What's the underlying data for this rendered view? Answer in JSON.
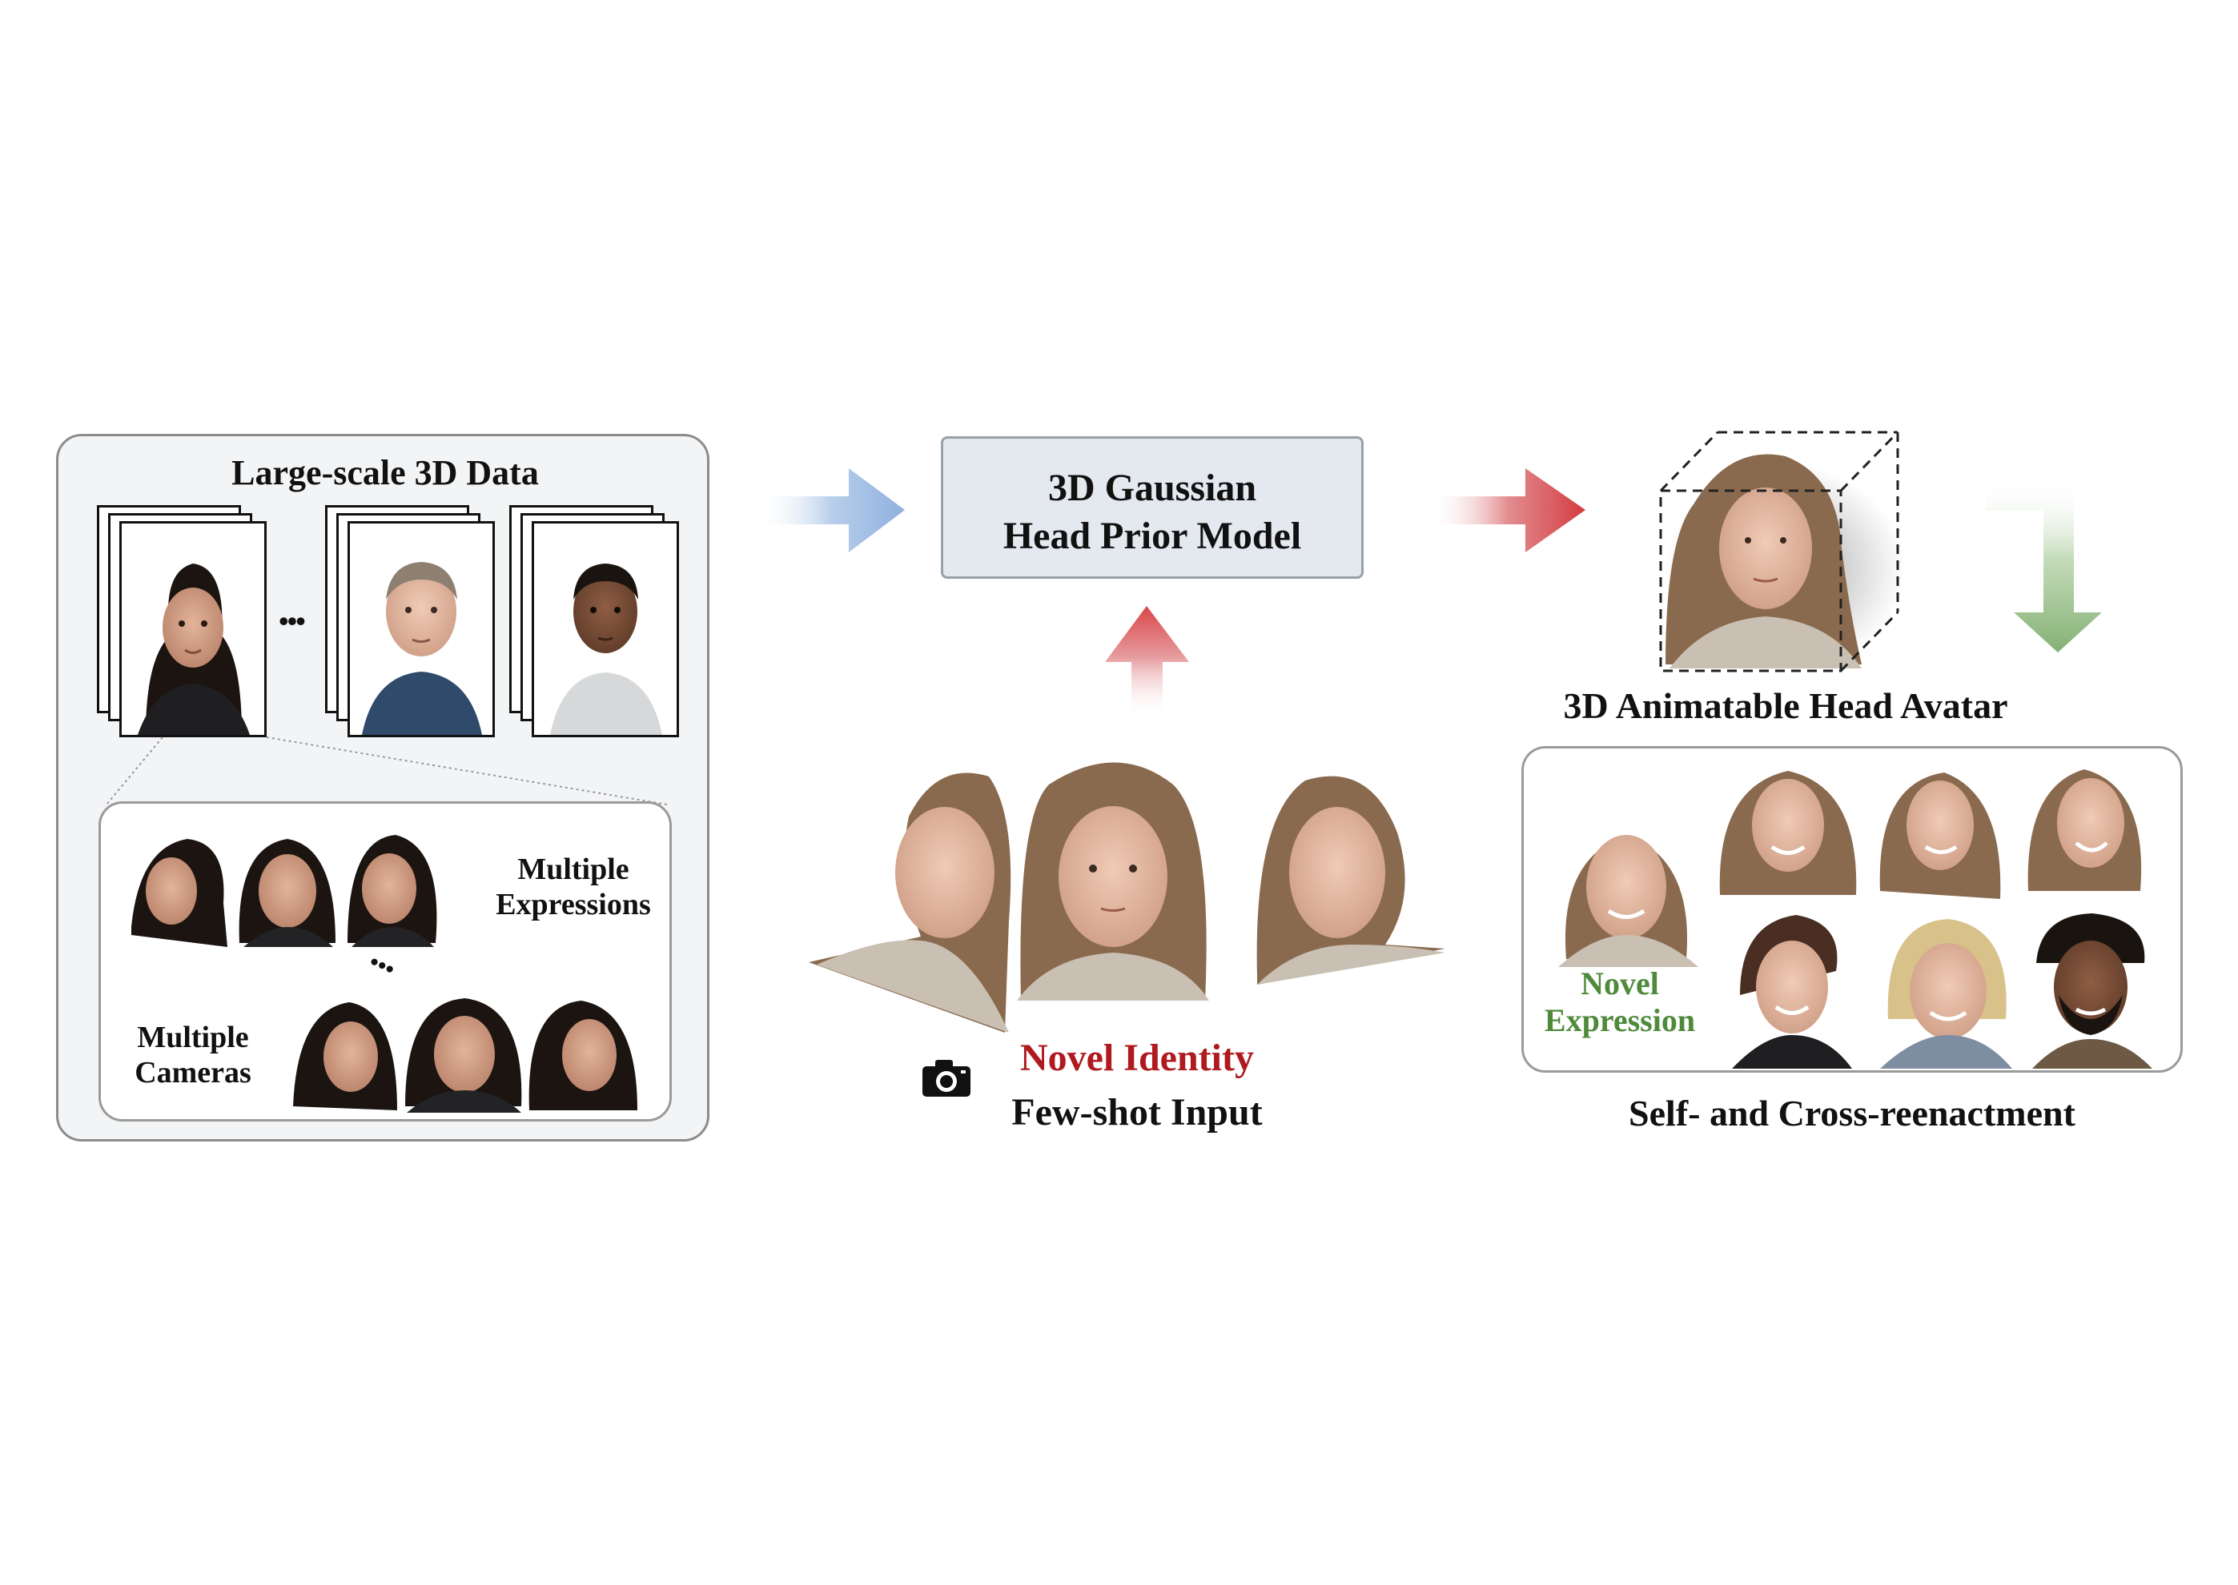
{
  "left_panel": {
    "title": "Large-scale 3D Data",
    "ellipsis": "•••",
    "expressions_label": [
      "Multiple",
      "Expressions"
    ],
    "cameras_label": [
      "Multiple",
      "Cameras"
    ]
  },
  "prior_model": {
    "lines": [
      "3D Gaussian",
      "Head Prior Model"
    ]
  },
  "few_shot": {
    "identity_label": "Novel Identity",
    "input_label": "Few-shot Input"
  },
  "avatar": {
    "label": "3D Animatable Head Avatar"
  },
  "reenactment": {
    "novel_expression": [
      "Novel",
      "Expression"
    ],
    "caption": "Self- and Cross-reenactment"
  },
  "colors": {
    "blue_arrow": "#a9c2e4",
    "red_arrow": "#d9474b",
    "green_arrow": "#8bb57c",
    "novel_identity": "#b01a1f",
    "novel_expression": "#4f8a3b",
    "model_box": "#e4e8ef"
  },
  "icons": [
    "camera-icon",
    "ellipsis-icon"
  ]
}
